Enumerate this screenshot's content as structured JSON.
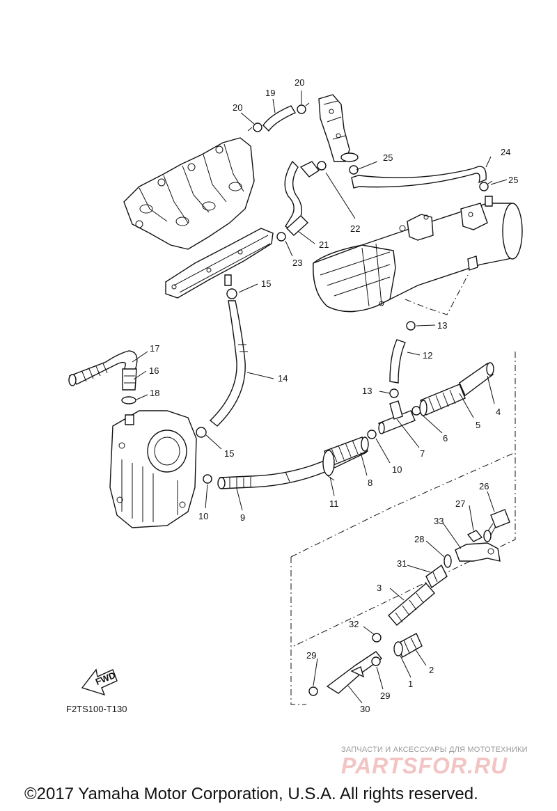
{
  "diagram": {
    "code": "F2TS100-T130",
    "fwd_label": "FWD",
    "copyright": "©2017 Yamaha Motor Corporation, U.S.A. All rights reserved.",
    "watermark": {
      "tagline": "ЗАПЧАСТИ И АКСЕССУАРЫ ДЛЯ МОТОТЕХНИКИ",
      "brand": "PARTSFOR.RU"
    },
    "callouts": {
      "c1": "1",
      "c2": "2",
      "c3": "3",
      "c4": "4",
      "c5": "5",
      "c6": "6",
      "c7": "7",
      "c8": "8",
      "c9": "9",
      "c10a": "10",
      "c10b": "10",
      "c11": "11",
      "c12": "12",
      "c13a": "13",
      "c13b": "13",
      "c14": "14",
      "c15a": "15",
      "c15b": "15",
      "c16": "16",
      "c17": "17",
      "c18": "18",
      "c19": "19",
      "c20a": "20",
      "c20b": "20",
      "c21": "21",
      "c22": "22",
      "c23": "23",
      "c24": "24",
      "c25a": "25",
      "c25b": "25",
      "c26": "26",
      "c27": "27",
      "c28": "28",
      "c29a": "29",
      "c29b": "29",
      "c30": "30",
      "c31": "31",
      "c32": "32",
      "c33": "33"
    }
  }
}
